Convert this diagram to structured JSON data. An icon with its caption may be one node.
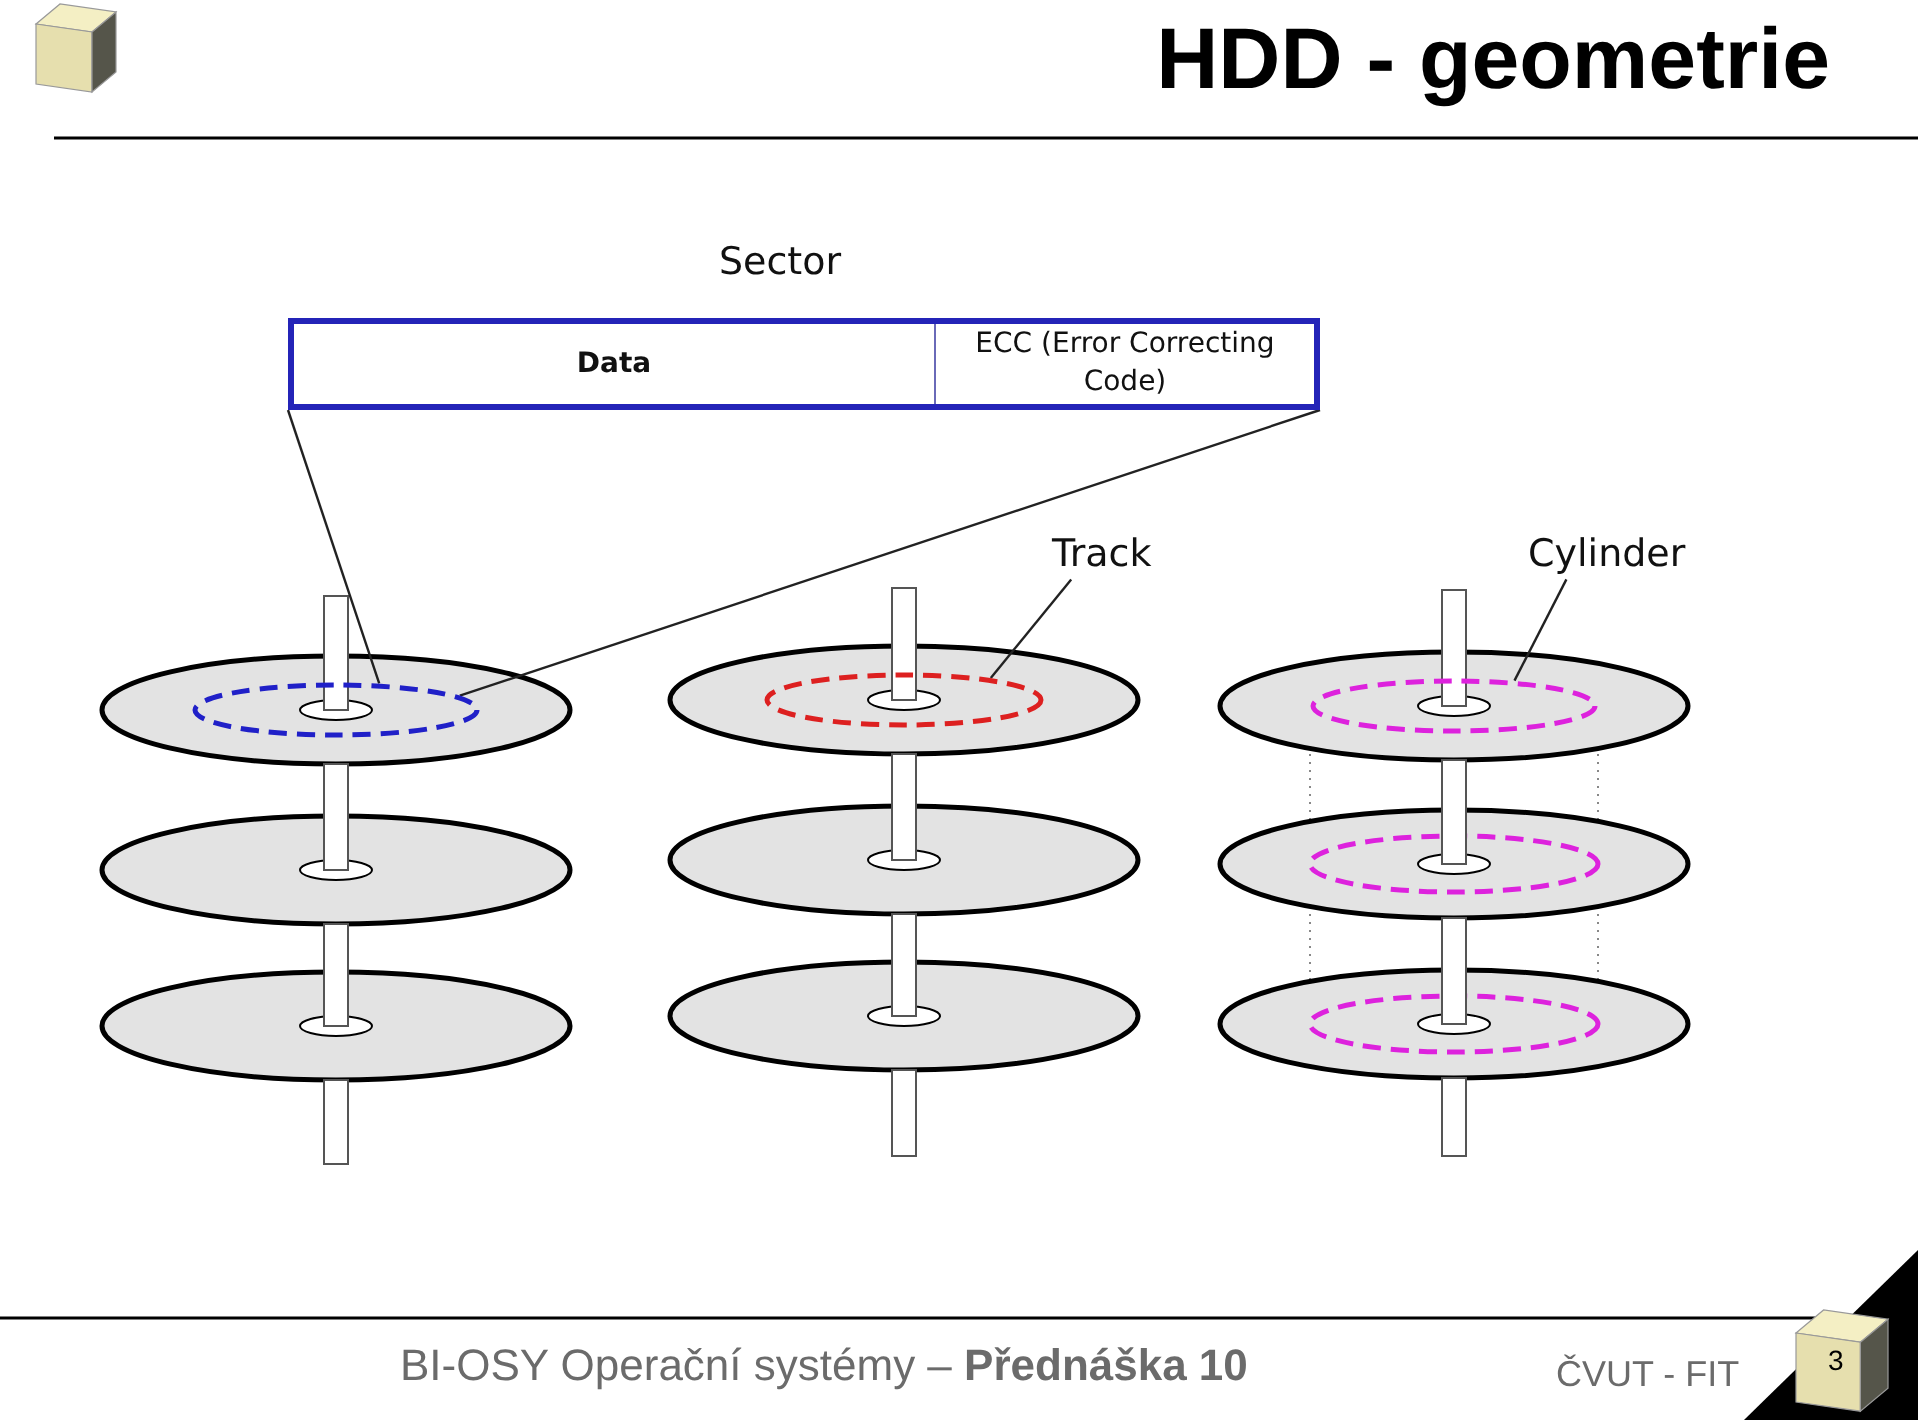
{
  "diagram": {
    "title": "HDD - geometrie",
    "nodes": [
      {
        "text": [
          "Sector"
        ]
      },
      {
        "text": [
          "Data"
        ],
        "in": 0
      },
      {
        "text": [
          "ECC (Error Correcting Code)"
        ],
        "in": 0
      },
      {
        "text": [],
        "shape": "circle"
      },
      {
        "text": [
          "Track"
        ]
      },
      {
        "text": [],
        "shape": "circle"
      },
      {
        "text": [
          "Cylinder"
        ]
      },
      {
        "text": [],
        "shape": "circle"
      }
    ],
    "edges": [
      {
        "from": 0,
        "to": 3,
        "arrow": "none"
      },
      {
        "from": 0,
        "to": 3,
        "arrow": "none"
      },
      {
        "from": 4,
        "to": 5,
        "arrow": "none"
      },
      {
        "from": 6,
        "to": 7,
        "arrow": "none"
      }
    ],
    "labels": [
      "BI-OSY Operační systémy – **Přednáška 10**",
      "ČVUT - FIT",
      "3"
    ]
  }
}
